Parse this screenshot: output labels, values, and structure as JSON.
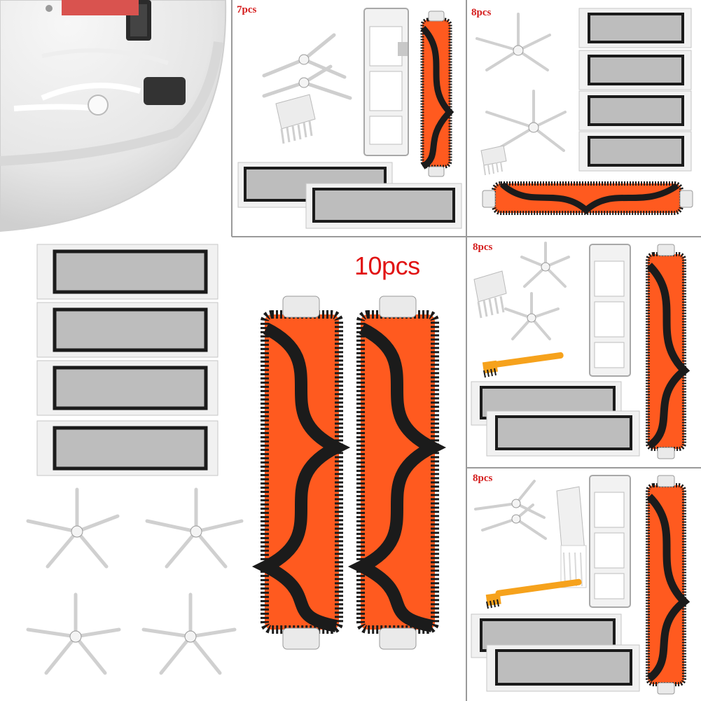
{
  "panels": {
    "top_middle": {
      "label": "7pcs"
    },
    "top_right": {
      "label": "8pcs"
    },
    "main": {
      "label": "10pcs"
    },
    "mid_right": {
      "label": "8pcs"
    },
    "bottom_right": {
      "label": "8pcs"
    }
  },
  "colors": {
    "label_red": "#d41c1c",
    "brush_orange": "#ff5a1f",
    "bristle_black": "#1b1b1b",
    "filter_frame": "#f1f1f1",
    "panel_border": "#9a9a9a",
    "tool_yellow": "#f6a21c"
  }
}
